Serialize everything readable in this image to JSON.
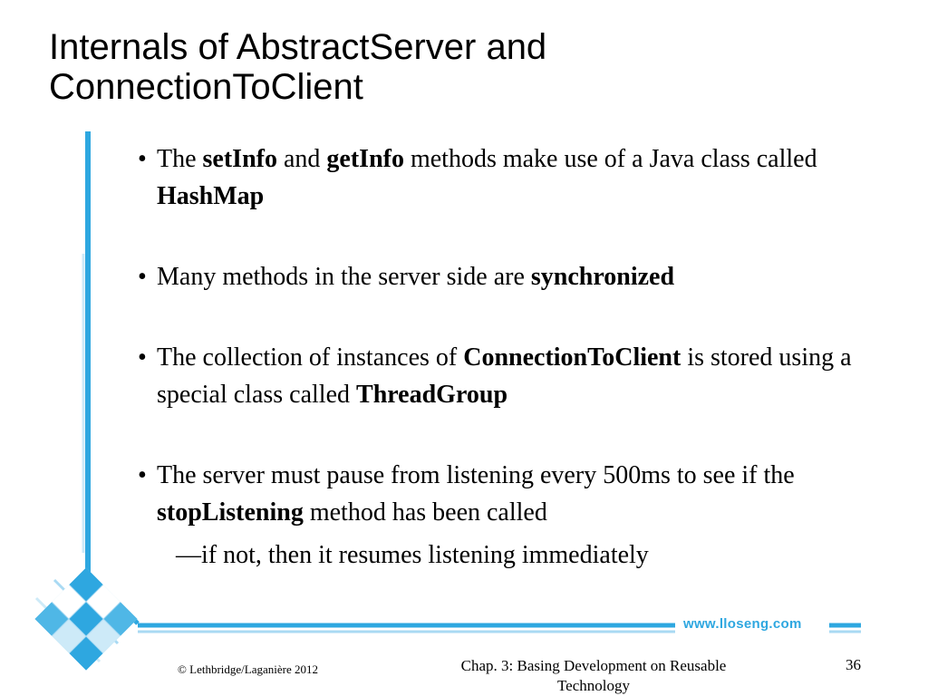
{
  "slide": {
    "title_line1": "Internals of AbstractServer and",
    "title_line2": "ConnectionToClient",
    "bullet_char": "•",
    "bullets": [
      {
        "t1": "The ",
        "b1": "setInfo",
        "t2": " and ",
        "b2": "getInfo",
        "t3": " methods make use of a Java class called ",
        "b3": "HashMap"
      },
      {
        "t1": "Many methods in the server side are ",
        "b1": "synchronized"
      },
      {
        "t1": "The collection of instances of ",
        "b1": "ConnectionToClient",
        "t2": " is stored using a special class called ",
        "b2": "ThreadGroup"
      },
      {
        "t1": "The server must pause from listening every 500ms to see if the ",
        "b1": "stopListening",
        "t2": " method has been called",
        "sub": "—if not, then it resumes listening immediately"
      }
    ]
  },
  "footer": {
    "url": "www.lloseng.com",
    "copyright": "© Lethbridge/Laganière 2012",
    "chapter": "Chap. 3: Basing Development on Reusable Technology",
    "page_number": "36"
  },
  "colors": {
    "accent": "#2ea7e0",
    "accent_light": "#a9daf3",
    "text": "#000000",
    "background": "#ffffff"
  }
}
